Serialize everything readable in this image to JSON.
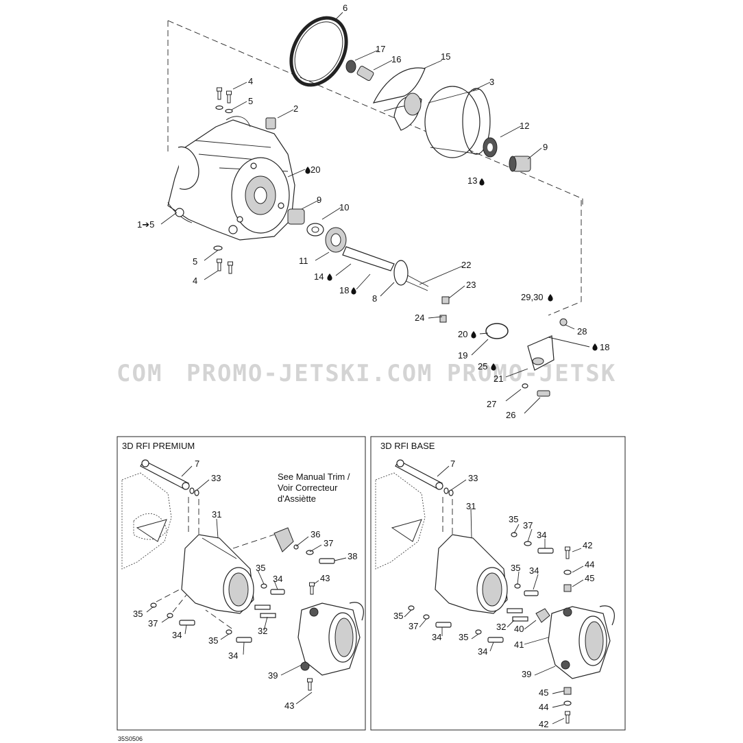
{
  "diagram": {
    "reference_code": "35S0506",
    "watermark": {
      "left": "COM",
      "middle": "PROMO-JETSKI.COM",
      "right": "PROMO-JETSK"
    },
    "labels": {
      "n1": "1➔5",
      "n2": "2",
      "n3": "3",
      "n4a": "4",
      "n4b": "4",
      "n5a": "5",
      "n5b": "5",
      "n6": "6",
      "n8": "8",
      "n9a": "9",
      "n9b": "9",
      "n10": "10",
      "n11": "11",
      "n12": "12",
      "n13": "13",
      "n14": "14",
      "n15": "15",
      "n16": "16",
      "n17": "17",
      "n18a": "18",
      "n18b": "18",
      "n19": "19",
      "n20a": "20",
      "n20b": "20",
      "n21": "21",
      "n22": "22",
      "n23": "23",
      "n24": "24",
      "n25": "25",
      "n26": "26",
      "n27": "27",
      "n28": "28",
      "n2930": "29,30"
    },
    "premium": {
      "title": "3D RFI PREMIUM",
      "note_lines": [
        "See Manual Trim /",
        "Voir Correcteur",
        "d'Assiètte"
      ],
      "labels": {
        "p7": "7",
        "p33": "33",
        "p31": "31",
        "p36": "36",
        "p37a": "37",
        "p38": "38",
        "p35a": "35",
        "p34a": "34",
        "p43a": "43",
        "p35b": "35",
        "p37b": "37",
        "p34b": "34",
        "p32": "32",
        "p35c": "35",
        "p34c": "34",
        "p39": "39",
        "p43b": "43"
      }
    },
    "base": {
      "title": "3D RFI BASE",
      "labels": {
        "b7": "7",
        "b33": "33",
        "b31": "31",
        "b35a": "35",
        "b37a": "37",
        "b34a": "34",
        "b42a": "42",
        "b44a": "44",
        "b45a": "45",
        "b35b": "35",
        "b34b": "34",
        "b35c": "35",
        "b37b": "37",
        "b34c": "34",
        "b32": "32",
        "b40": "40",
        "b41": "41",
        "b35d": "35",
        "b34d": "34",
        "b39": "39",
        "b45b": "45",
        "b44b": "44",
        "b42b": "42"
      }
    }
  }
}
